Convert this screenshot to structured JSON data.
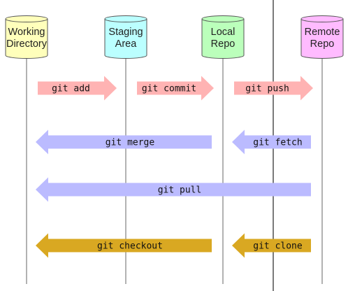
{
  "locations": [
    {
      "id": "working",
      "lines": [
        "Working",
        "Directory"
      ],
      "color": "#ffffbb"
    },
    {
      "id": "staging",
      "lines": [
        "Staging",
        "Area"
      ],
      "color": "#bbffff"
    },
    {
      "id": "local",
      "lines": [
        "Local",
        "Repo"
      ],
      "color": "#bbffbb"
    },
    {
      "id": "remote",
      "lines": [
        "Remote",
        "Repo"
      ],
      "color": "#ffbbff"
    }
  ],
  "commands": [
    {
      "label": "git add",
      "from": "working",
      "to": "staging",
      "color": "#ffb3b3"
    },
    {
      "label": "git commit",
      "from": "staging",
      "to": "local",
      "color": "#ffb3b3"
    },
    {
      "label": "git push",
      "from": "local",
      "to": "remote",
      "color": "#ffb3b3"
    },
    {
      "label": "git merge",
      "from": "local",
      "to": "working",
      "color": "#bbbbff"
    },
    {
      "label": "git fetch",
      "from": "remote",
      "to": "local",
      "color": "#bbbbff"
    },
    {
      "label": "git pull",
      "from": "remote",
      "to": "working",
      "color": "#bbbbff"
    },
    {
      "label": "git checkout",
      "from": "local",
      "to": "working",
      "color": "#d9a822"
    },
    {
      "label": "git clone",
      "from": "remote",
      "to": "local",
      "color": "#d9a822"
    }
  ]
}
